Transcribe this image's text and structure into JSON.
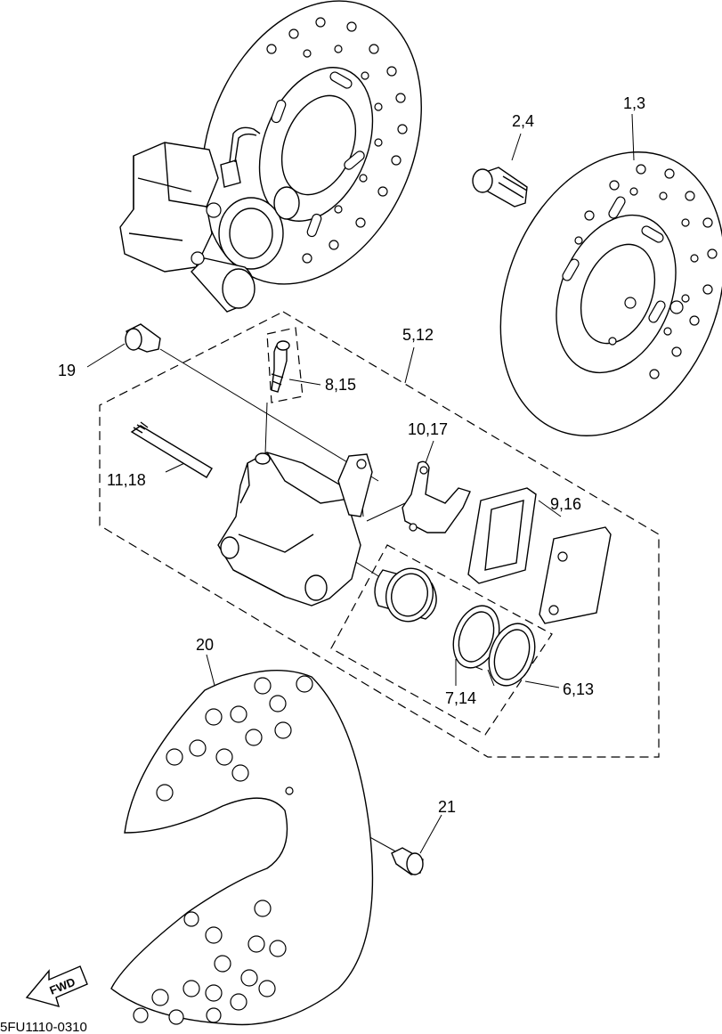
{
  "diagram": {
    "catalog_code": "5FU1110-0310",
    "direction_arrow_text": "FWD",
    "callouts": [
      {
        "id": "disc",
        "text": "1,3"
      },
      {
        "id": "bolt-disc",
        "text": "2,4"
      },
      {
        "id": "caliper-assy",
        "text": "5,12"
      },
      {
        "id": "piston-seal",
        "text": "6,13"
      },
      {
        "id": "piston",
        "text": "7,14"
      },
      {
        "id": "bleed-screw",
        "text": "8,15"
      },
      {
        "id": "pad-1",
        "text": "9,16"
      },
      {
        "id": "pad-spring",
        "text": "10,17"
      },
      {
        "id": "pin",
        "text": "11,18"
      },
      {
        "id": "bolt-caliper",
        "text": "19"
      },
      {
        "id": "disc-cover",
        "text": "20"
      },
      {
        "id": "bolt-cover",
        "text": "21"
      }
    ]
  }
}
